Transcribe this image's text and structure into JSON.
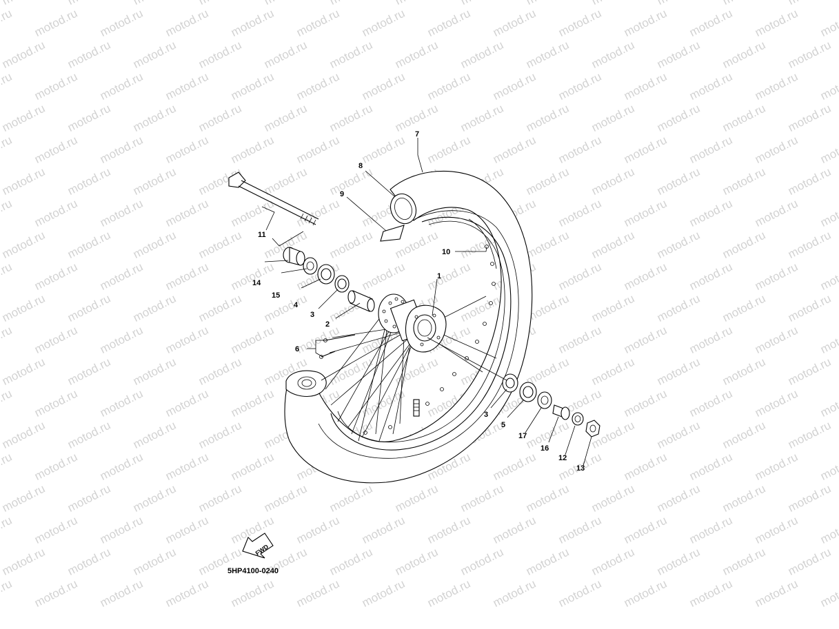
{
  "watermark": "motod.ru",
  "part_code": "5HP4100-0240",
  "fwd_label": "FWD",
  "callouts": [
    {
      "id": "c1",
      "label": "1"
    },
    {
      "id": "c2",
      "label": "2"
    },
    {
      "id": "c3a",
      "label": "3"
    },
    {
      "id": "c3b",
      "label": "3"
    },
    {
      "id": "c4",
      "label": "4"
    },
    {
      "id": "c5",
      "label": "5"
    },
    {
      "id": "c6",
      "label": "6"
    },
    {
      "id": "c7",
      "label": "7"
    },
    {
      "id": "c8",
      "label": "8"
    },
    {
      "id": "c9",
      "label": "9"
    },
    {
      "id": "c10",
      "label": "10"
    },
    {
      "id": "c11",
      "label": "11"
    },
    {
      "id": "c12",
      "label": "12"
    },
    {
      "id": "c13",
      "label": "13"
    },
    {
      "id": "c14",
      "label": "14"
    },
    {
      "id": "c15",
      "label": "15"
    },
    {
      "id": "c16",
      "label": "16"
    },
    {
      "id": "c17",
      "label": "17"
    }
  ]
}
